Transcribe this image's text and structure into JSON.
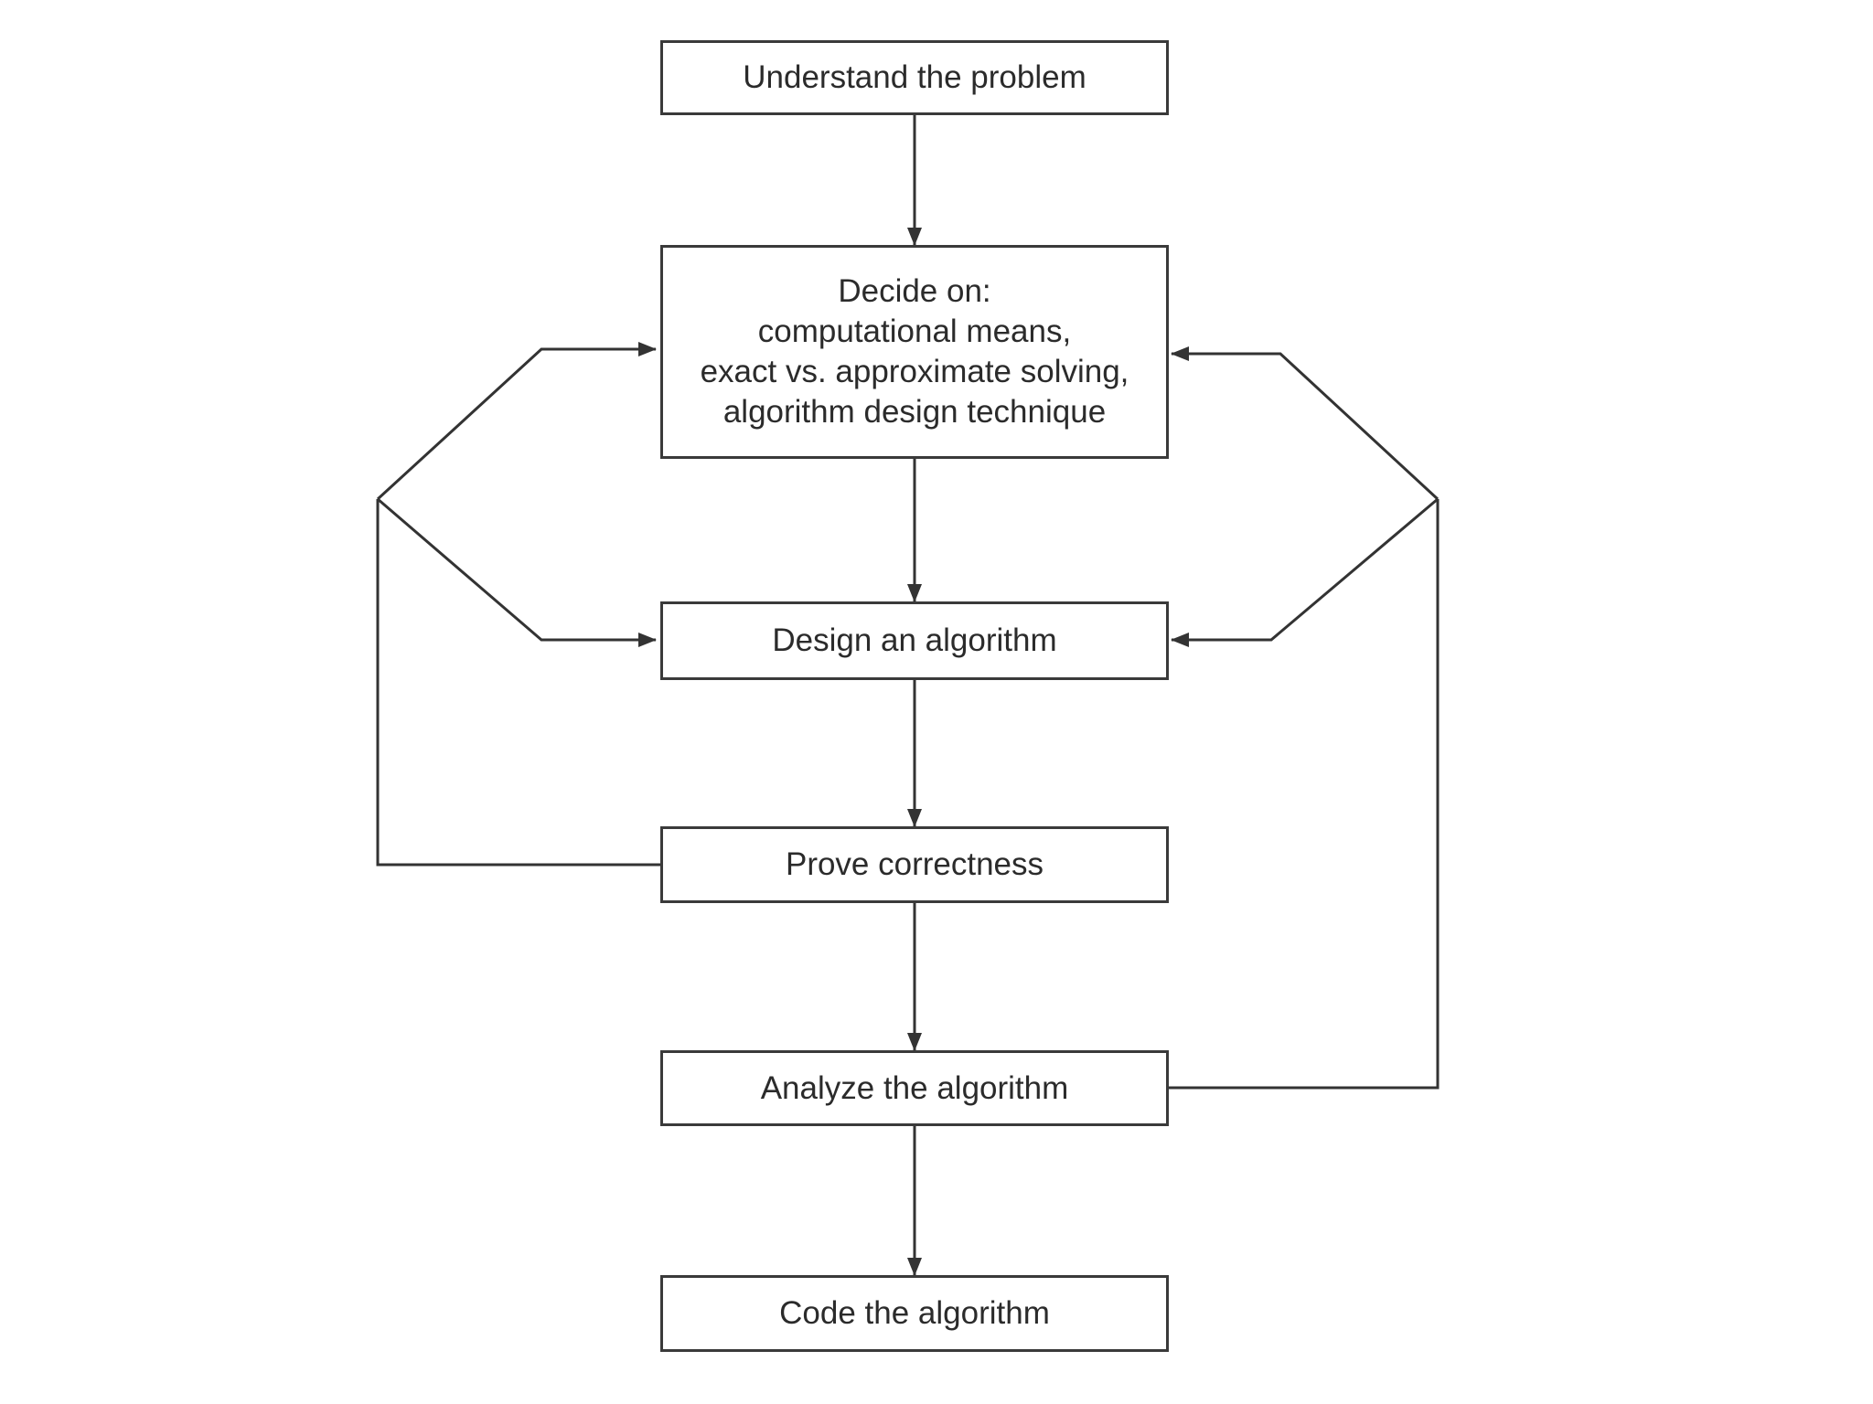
{
  "diagram": {
    "steps": {
      "understand": "Understand the problem",
      "decide": {
        "line1": "Decide on:",
        "line2": "computational means,",
        "line3": "exact vs. approximate solving,",
        "line4": "algorithm design technique"
      },
      "design": "Design an algorithm",
      "prove": "Prove correctness",
      "analyze": "Analyze the algorithm",
      "code": "Code the algorithm"
    },
    "colors": {
      "stroke": "#333333",
      "text": "#2b2b2b",
      "background": "#ffffff"
    }
  }
}
